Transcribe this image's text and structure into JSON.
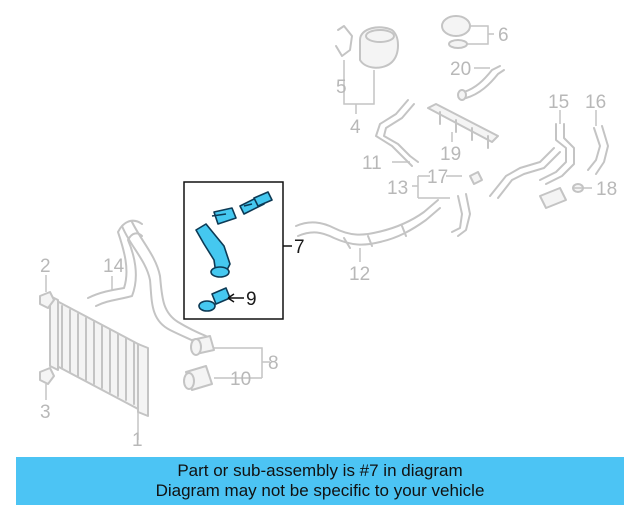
{
  "callouts": {
    "c1": "1",
    "c2": "2",
    "c3": "3",
    "c4": "4",
    "c5": "5",
    "c6": "6",
    "c7": "7",
    "c8": "8",
    "c9": "9",
    "c10": "10",
    "c11": "11",
    "c12": "12",
    "c13": "13",
    "c14": "14",
    "c15": "15",
    "c16": "16",
    "c17": "17",
    "c18": "18",
    "c19": "19",
    "c20": "20"
  },
  "highlight": {
    "part_number": "7",
    "color": "#45c8f0",
    "outline_color": "#0d3a55"
  },
  "banner": {
    "line1": "Part or sub-assembly is #7 in diagram",
    "line2": "Diagram may not be specific to your vehicle",
    "background": "#4cc4f4"
  }
}
